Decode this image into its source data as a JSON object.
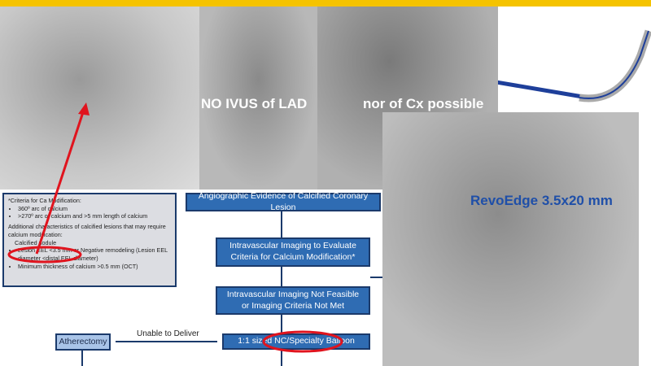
{
  "overlays": {
    "lad": "NO IVUS of LAD",
    "cx": "nor of Cx possible",
    "device": "RevoEdge 3.5x20 mm"
  },
  "criteria": {
    "title": "*Criteria for Ca Modification:",
    "items": [
      "360º arc of calcium",
      ">270º arc of calcium and >5 mm length of calcium"
    ],
    "additional_title": "Additional characteristics of calcified lesions that may require calcium modification:",
    "additional_items": [
      "Calcified nodule",
      "Lesion EEL <3.5 mm or Negative remodeling (Lesion EEL diameter <distal EEL diameter)",
      "Minimum thickness of calcium >0.5 mm (OCT)"
    ]
  },
  "flow": {
    "box1": "Angiographic Evidence of Calcified Coronary Lesion",
    "box2": "Intravascular Imaging to Evaluate Criteria for Calcium Modification*",
    "box3": "Intravascular Imaging Not Feasible or Imaging Criteria Not Met",
    "box4": "1:1 sized NC/Specialty Balloon",
    "unable": "Unable to Deliver",
    "atherectomy": "Atherectomy"
  },
  "colors": {
    "accent": "#f5c300",
    "flow_box": "#2f6cb3",
    "highlight": "#e0141e"
  }
}
